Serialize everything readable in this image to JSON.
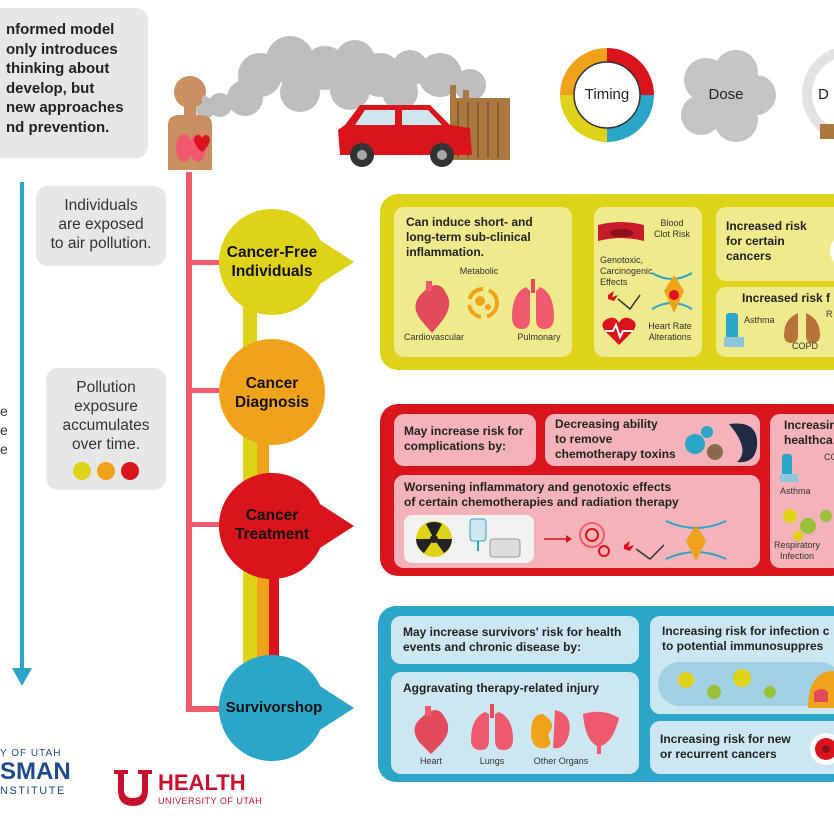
{
  "intro": {
    "lines": [
      "nformed model",
      "only introduces",
      "thinking about",
      "develop, but",
      "new approaches",
      "nd prevention."
    ]
  },
  "top_factors": {
    "timing": "Timing",
    "dose": "Dose",
    "third_partial": "D"
  },
  "side_notes": {
    "exposed": [
      "Individuals",
      "are exposed",
      "to air pollution."
    ],
    "accumulates": [
      "Pollution",
      "exposure",
      "accumulates",
      "over time."
    ],
    "edge_fragments": [
      "e",
      "e",
      "e"
    ],
    "dot_colors": [
      "#ded319",
      "#f0a21b",
      "#d9141c"
    ]
  },
  "stages": [
    {
      "id": "cancer-free",
      "lines": [
        "Cancer-Free",
        "Individuals"
      ],
      "color": "#ded319"
    },
    {
      "id": "diagnosis",
      "lines": [
        "Cancer",
        "Diagnosis"
      ],
      "color": "#f0a21b"
    },
    {
      "id": "treatment",
      "lines": [
        "Cancer",
        "Treatment"
      ],
      "color": "#d9141c"
    },
    {
      "id": "survivorship",
      "lines": [
        "Survivorshop"
      ],
      "color": "#2ba6c8"
    }
  ],
  "panel_free": {
    "inflammation": "Can induce short- and long-term sub-clinical inflammation.",
    "metabolic": "Metabolic",
    "cardiovascular": "Cardiovascular",
    "pulmonary": "Pulmonary",
    "blood_clot": [
      "Blood",
      "Clot Risk"
    ],
    "genotoxic": [
      "Genotoxic,",
      "Carcinogenic",
      "Effects"
    ],
    "heart_rate": [
      "Heart Rate",
      "Alterations"
    ],
    "increased_cancers": [
      "Increased risk",
      "for certain",
      "cancers"
    ],
    "increased_risk_for": "Increased risk f",
    "asthma": "Asthma",
    "copd": "COPD",
    "re_partial": "R"
  },
  "panel_treatment": {
    "complications": [
      "May increase risk for",
      "complications by:"
    ],
    "decreasing": [
      "Decreasing ability",
      "to remove",
      "chemotherapy toxins"
    ],
    "increasing_partial": [
      "Increasin",
      "healthca"
    ],
    "worsening": [
      "Worsening inflammatory and genotoxic effects",
      "of certain chemotherapies and radiation therapy"
    ],
    "asthma": "Asthma",
    "co_partial": "CO",
    "respiratory": [
      "Respiratory",
      "Infection"
    ]
  },
  "panel_survivor": {
    "survivors_risk": [
      "May increase survivors' risk for health",
      "events and chronic disease by:"
    ],
    "infection": [
      "Increasing risk for infection c",
      "to potential immunosuppres"
    ],
    "aggravating": "Aggravating therapy-related injury",
    "heart": "Heart",
    "lungs": "Lungs",
    "other_organs": "Other Organs",
    "recurrent": [
      "Increasing risk for new",
      "or recurrent cancers"
    ]
  },
  "logos": {
    "univ_partial": "Y OF UTAH",
    "huntsman_partial": "SMAN",
    "institute_partial": "NSTITUTE",
    "health": "HEALTH",
    "univ_utah": "UNIVERSITY OF UTAH"
  }
}
